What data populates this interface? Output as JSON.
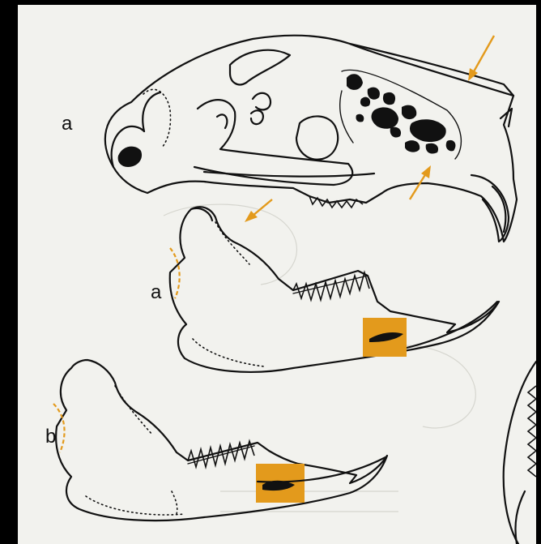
{
  "labels": {
    "skull": "a",
    "mandible_a": "a",
    "mandible_b": "b"
  },
  "colors": {
    "highlight": "#e39a1c",
    "ink": "#111111",
    "paper": "#f2f2ee",
    "background": "#000000"
  }
}
